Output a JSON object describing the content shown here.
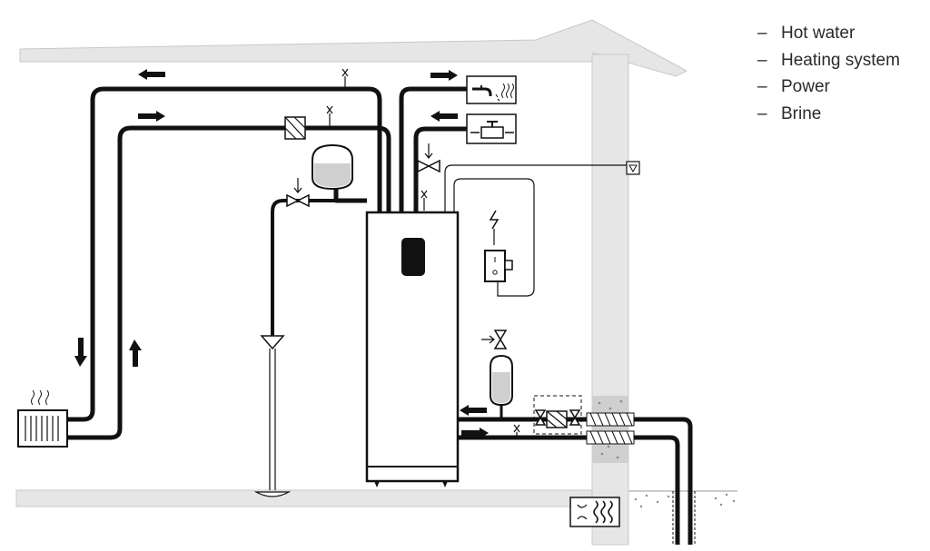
{
  "legend": {
    "items": [
      {
        "label": "Hot water"
      },
      {
        "label": "Heating system"
      },
      {
        "label": "Power"
      },
      {
        "label": "Brine"
      }
    ]
  },
  "colors": {
    "pipe": "#111111",
    "wall": "#e5e5e5",
    "wall_edge": "#c9c9c9",
    "insulation": "#d0d0d0",
    "unit_fill": "#ffffff",
    "vessel_fill": "#cfcfcf",
    "gravel": "#9a9a9a"
  },
  "icons": [
    "radiator-icon",
    "heat-waves-icon",
    "expansion-vessel-icon",
    "valve-icon",
    "mixing-valve-icon",
    "hot-water-tap-icon",
    "cold-water-tap-icon",
    "power-supply-icon",
    "switch-icon",
    "drain-funnel-icon",
    "outdoor-sensor-icon",
    "ground-loop-icon",
    "arrow-icon"
  ]
}
